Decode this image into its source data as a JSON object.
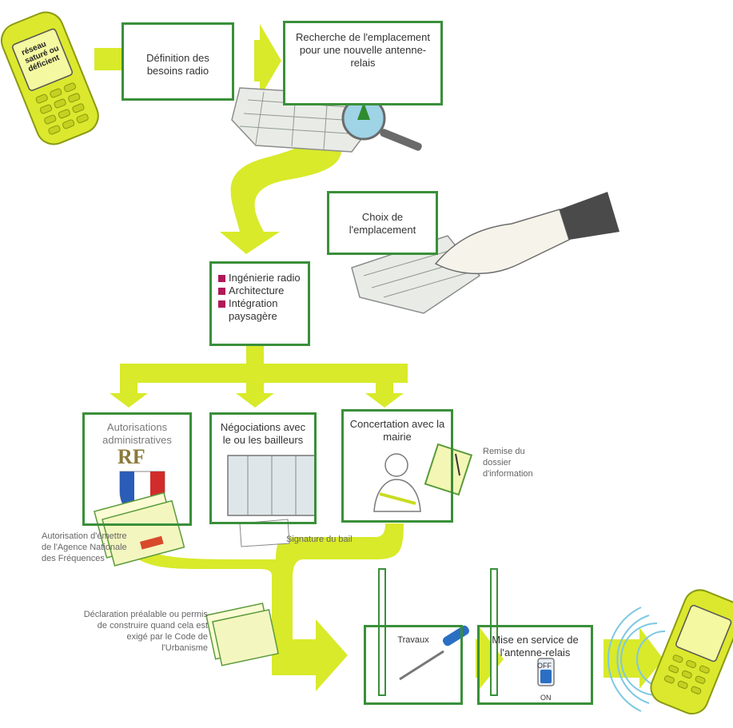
{
  "colors": {
    "arrow": "#d8ea2a",
    "box_border": "#3a8f3a",
    "bullet": "#b0185a",
    "phone": "#dbe82e"
  },
  "phone_left": {
    "screen_text": "réseau saturé ou déficient"
  },
  "steps": {
    "definition": "Définition des besoins radio",
    "recherche": "Recherche de l'emplacement pour une nouvelle antenne-relais",
    "choix": "Choix de l'emplacement",
    "etudes": [
      "Ingénierie radio",
      "Architecture",
      "Intégration paysagère"
    ],
    "autorisations": "Autorisations administratives",
    "negociations": "Négociations avec le ou les bailleurs",
    "concertation": "Concertation avec la mairie",
    "travaux": "Travaux",
    "mise_en_service": "Mise en service de l'antenne-relais"
  },
  "labels": {
    "rf": "RF",
    "remise": "Remise du dossier d'information",
    "signature": "Signature du bail",
    "anfr": "Autorisation d'émettre de l'Agence Nationale des Fréquences",
    "declaration": "Déclaration préalable ou permis de construire quand cela est exigé par le Code de l'Urbanisme",
    "switch_off": "OFF",
    "switch_on": "ON"
  }
}
